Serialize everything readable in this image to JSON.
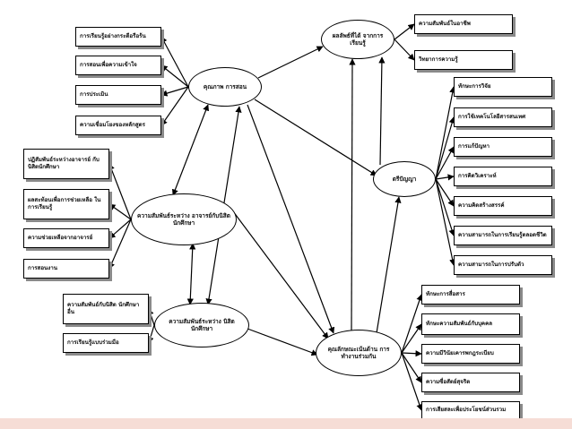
{
  "nodes": {
    "quality": "คุณภาพ การสอน",
    "outcome": "ผลลัพธ์ที่ได้ จากการเรียนรู้",
    "wisdom": "ตรีปัญญา",
    "faculty_relation": "ความสัมพันธ์ระหว่าง อาจารย์กับนิสิต นักศึกษา",
    "peer_relation": "ความสัมพันธ์ระหว่าง นิสิตนักศึกษา",
    "participation": "คุณลักษณะเน้นด้าน การทำงานร่วมกัน"
  },
  "boxes": {
    "teach_1": "การเรียนรู้อย่างกระตือรือร้น",
    "teach_2": "การสอนเพื่อความเข้าใจ",
    "teach_3": "การประเมิน",
    "teach_4": "ความเชื่อมโยงของหลักสูตร",
    "fac_1": "ปฏิสัมพันธ์ระหว่างอาจารย์ กับนิสิตนักศึกษา",
    "fac_2": "ผลสะท้อนเพื่อการช่วยเหลือ ในการเรียนรู้",
    "fac_3": "ความช่วยเหลือจากอาจารย์",
    "fac_4": "การสอนงาน",
    "peer_1": "ความสัมพันธ์กับนิสิต นักศึกษาอื่น",
    "peer_2": "การเรียนรู้แบบร่วมมือ",
    "out_1": "ความสัมพันธ์ในอาชีพ",
    "out_2": "วิทยาการความรู้",
    "wis_1": "ทักษะการวิจัย",
    "wis_2": "การใช้เทคโนโลยีสารสนเทศ",
    "wis_3": "การแก้ปัญหา",
    "wis_4": "การคิดวิเคราะห์",
    "wis_5": "ความคิดสร้างสรรค์",
    "wis_6": "ความสามารถในการเรียนรู้ตลอดชีวิต",
    "wis_7": "ความสามารถในการปรับตัว",
    "par_1": "ทักษะการสื่อสาร",
    "par_2": "ทักษะความสัมพันธ์กับบุคคล",
    "par_3": "ความมีวินัยเคารพกฎระเบียบ",
    "par_4": "ความซื่อสัตย์สุจริต",
    "par_5": "การเสียสละเพื่อประโยชน์ส่วนรวม"
  },
  "colors": {
    "line": "#000000",
    "shadow": "#8a8a8a",
    "band": "#f6ddd6"
  }
}
